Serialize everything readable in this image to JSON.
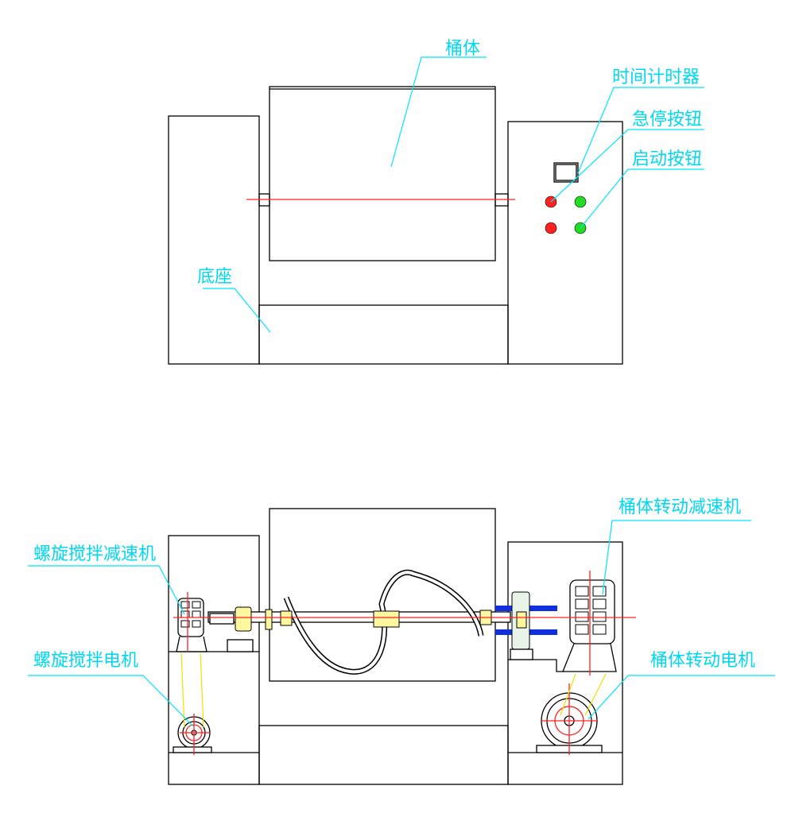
{
  "top_view": {
    "labels": {
      "drum": "桶体",
      "timer": "时间计时器",
      "emergency_stop": "急停按钮",
      "start_button": "启动按钮",
      "base": "底座"
    }
  },
  "bottom_view": {
    "labels": {
      "drum_reducer": "桶体转动减速机",
      "screw_reducer": "螺旋搅拌减速机",
      "screw_motor": "螺旋搅拌电机",
      "drum_motor": "桶体转动电机"
    }
  },
  "colors": {
    "leader": "#00e5ff",
    "centerline": "#ff2020",
    "stop": "#ff2020",
    "start": "#22dd22",
    "bearing": "#f0e000",
    "housing": "#1030e0"
  }
}
